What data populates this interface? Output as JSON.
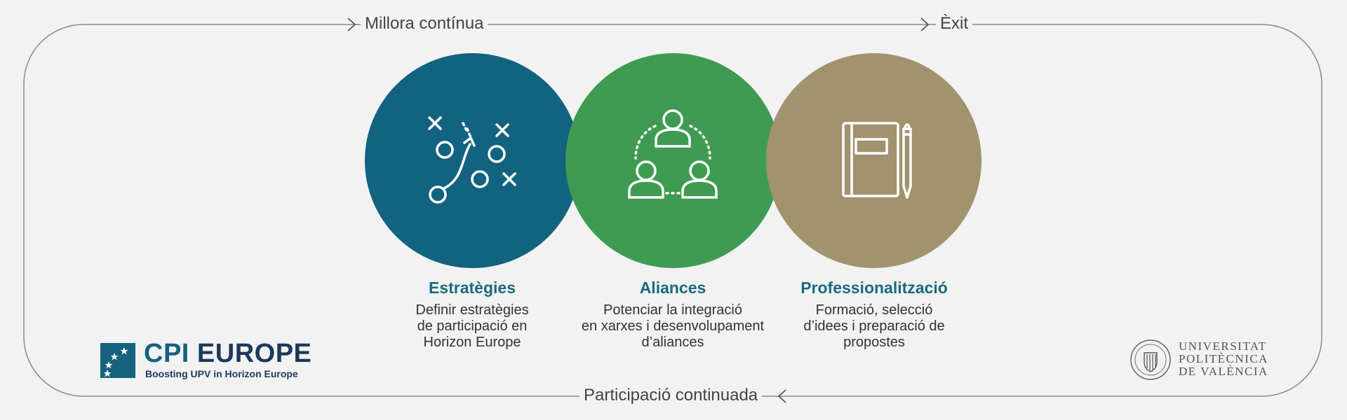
{
  "cycle": {
    "top_left_label": "Millora contínua",
    "top_right_label": "Èxit",
    "bottom_label": "Participació continuada"
  },
  "pillars": [
    {
      "title": "Estratègies",
      "description": [
        "Definir estratègies",
        "de participació en",
        "Horizon Europe"
      ],
      "color": "#12637f",
      "icon": "strategy-play-icon"
    },
    {
      "title": "Aliances",
      "description": [
        "Potenciar la integració",
        "en xarxes i desenvolupament",
        "d’aliances"
      ],
      "color": "#3f9b52",
      "icon": "network-people-icon"
    },
    {
      "title": "Professionalització",
      "description": [
        "Formació, selecció",
        "d’idees i preparació de",
        "propostes"
      ],
      "color": "#a0936e",
      "icon": "notebook-pencil-icon"
    }
  ],
  "brand": {
    "name_part1": "CPI ",
    "name_part2": "EUROPE",
    "tagline": "Boosting UPV in Horizon Europe",
    "color": "#14627e",
    "icon": "eu-stars-icon"
  },
  "university": {
    "lines": [
      "UNIVERSITAT",
      "POLITÈCNICA",
      "DE VALÈNCIA"
    ],
    "icon": "upv-seal-icon"
  }
}
